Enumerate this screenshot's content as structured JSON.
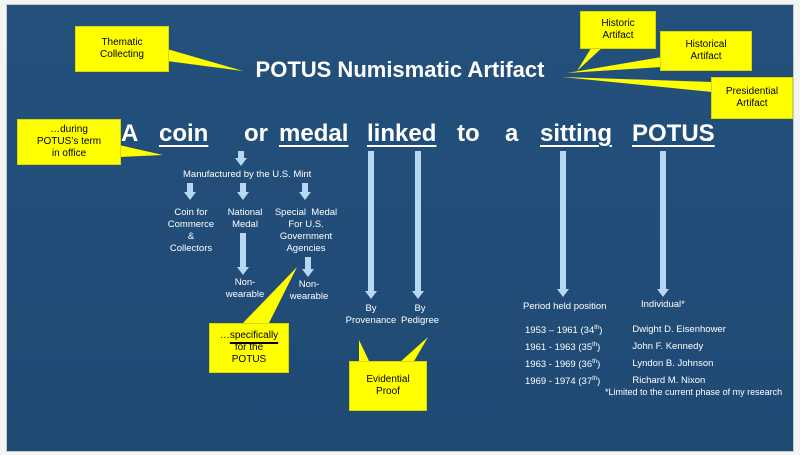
{
  "title": "POTUS Numismatic Artifact",
  "definition": {
    "w1": "A",
    "w2": "coin",
    "w3": "or",
    "w4": "medal",
    "w5": "linked",
    "w6": "to",
    "w7": "a",
    "w8": "sitting",
    "w9": "POTUS",
    "period": "."
  },
  "callouts": {
    "thematic": "Thematic Collecting",
    "historic": "Historic Artifact",
    "historical": "Historical Artifact",
    "presidential": "Presidential Artifact",
    "during_term": "…during POTUS’s term in office",
    "specifically": "…specifically for the POTUS",
    "specifically_underlined": "specifically",
    "evidential": "Evidential Proof"
  },
  "mint": {
    "label": "Manufactured by the U.S. Mint",
    "coin": "Coin for Commerce & Collectors",
    "national_medal": "National Medal",
    "special_medal": "Special Medal For U.S. Government Agencies",
    "non_wearable_1": "Non-wearable",
    "non_wearable_2": "Non-wearable"
  },
  "linked": {
    "provenance": "By Provenance",
    "pedigree": "By Pedigree"
  },
  "period_header": "Period held position",
  "individual_header": "Individual*",
  "presidents": [
    {
      "period": "1953 – 1961",
      "ord": "34",
      "suf": "th",
      "name": "Dwight D. Eisenhower"
    },
    {
      "period": "1961 - 1963",
      "ord": "35",
      "suf": "th",
      "name": "John F. Kennedy"
    },
    {
      "period": "1963 - 1969",
      "ord": "36",
      "suf": "th",
      "name": "Lyndon B. Johnson"
    },
    {
      "period": "1969 - 1974",
      "ord": "37",
      "suf": "th",
      "name": "Richard M. Nixon"
    }
  ],
  "footnote": "*Limited to the current phase of my research"
}
